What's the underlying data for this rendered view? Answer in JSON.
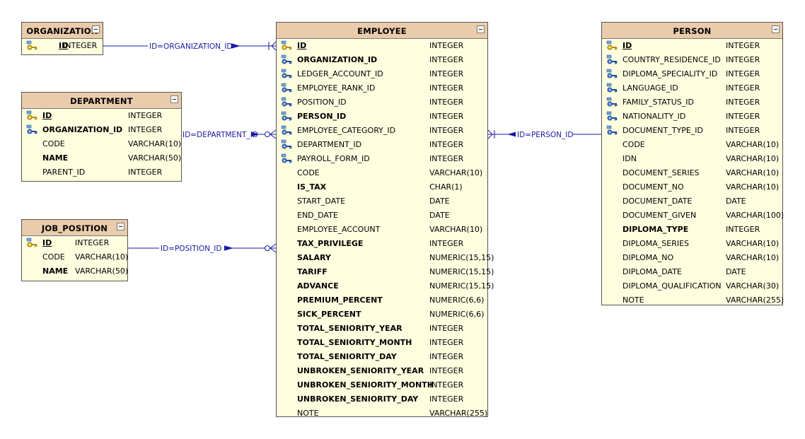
{
  "entities": {
    "organization": {
      "title": "ORGANIZATION",
      "columns": [
        {
          "name": "ID",
          "type": "INTEGER",
          "key": "pk"
        }
      ]
    },
    "department": {
      "title": "DEPARTMENT",
      "columns": [
        {
          "name": "ID",
          "type": "INTEGER",
          "key": "pk"
        },
        {
          "name": "ORGANIZATION_ID",
          "type": "INTEGER",
          "key": "fk",
          "bold": true
        },
        {
          "name": "CODE",
          "type": "VARCHAR(10)"
        },
        {
          "name": "NAME",
          "type": "VARCHAR(50)",
          "bold": true
        },
        {
          "name": "PARENT_ID",
          "type": "INTEGER"
        }
      ]
    },
    "job_position": {
      "title": "JOB_POSITION",
      "columns": [
        {
          "name": "ID",
          "type": "INTEGER",
          "key": "pk"
        },
        {
          "name": "CODE",
          "type": "VARCHAR(10)"
        },
        {
          "name": "NAME",
          "type": "VARCHAR(50)",
          "bold": true
        }
      ]
    },
    "employee": {
      "title": "EMPLOYEE",
      "columns": [
        {
          "name": "ID",
          "type": "INTEGER",
          "key": "pk"
        },
        {
          "name": "ORGANIZATION_ID",
          "type": "INTEGER",
          "key": "fk",
          "bold": true
        },
        {
          "name": "LEDGER_ACCOUNT_ID",
          "type": "INTEGER",
          "key": "fk"
        },
        {
          "name": "EMPLOYEE_RANK_ID",
          "type": "INTEGER",
          "key": "fk"
        },
        {
          "name": "POSITION_ID",
          "type": "INTEGER",
          "key": "fk"
        },
        {
          "name": "PERSON_ID",
          "type": "INTEGER",
          "key": "fk",
          "bold": true
        },
        {
          "name": "EMPLOYEE_CATEGORY_ID",
          "type": "INTEGER",
          "key": "fk"
        },
        {
          "name": "DEPARTMENT_ID",
          "type": "INTEGER",
          "key": "fk"
        },
        {
          "name": "PAYROLL_FORM_ID",
          "type": "INTEGER",
          "key": "fk"
        },
        {
          "name": "CODE",
          "type": "VARCHAR(10)"
        },
        {
          "name": "IS_TAX",
          "type": "CHAR(1)",
          "bold": true
        },
        {
          "name": "START_DATE",
          "type": "DATE"
        },
        {
          "name": "END_DATE",
          "type": "DATE"
        },
        {
          "name": "EMPLOYEE_ACCOUNT",
          "type": "VARCHAR(10)"
        },
        {
          "name": "TAX_PRIVILEGE",
          "type": "INTEGER",
          "bold": true
        },
        {
          "name": "SALARY",
          "type": "NUMERIC(15,15)",
          "bold": true
        },
        {
          "name": "TARIFF",
          "type": "NUMERIC(15,15)",
          "bold": true
        },
        {
          "name": "ADVANCE",
          "type": "NUMERIC(15,15)",
          "bold": true
        },
        {
          "name": "PREMIUM_PERCENT",
          "type": "NUMERIC(6,6)",
          "bold": true
        },
        {
          "name": "SICK_PERCENT",
          "type": "NUMERIC(6,6)",
          "bold": true
        },
        {
          "name": "TOTAL_SENIORITY_YEAR",
          "type": "INTEGER",
          "bold": true
        },
        {
          "name": "TOTAL_SENIORITY_MONTH",
          "type": "INTEGER",
          "bold": true
        },
        {
          "name": "TOTAL_SENIORITY_DAY",
          "type": "INTEGER",
          "bold": true
        },
        {
          "name": "UNBROKEN_SENIORITY_YEAR",
          "type": "INTEGER",
          "bold": true
        },
        {
          "name": "UNBROKEN_SENIORITY_MONTH",
          "type": "INTEGER",
          "bold": true
        },
        {
          "name": "UNBROKEN_SENIORITY_DAY",
          "type": "INTEGER",
          "bold": true
        },
        {
          "name": "NOTE",
          "type": "VARCHAR(255)"
        }
      ]
    },
    "person": {
      "title": "PERSON",
      "columns": [
        {
          "name": "ID",
          "type": "INTEGER",
          "key": "pk"
        },
        {
          "name": "COUNTRY_RESIDENCE_ID",
          "type": "INTEGER",
          "key": "fk"
        },
        {
          "name": "DIPLOMA_SPECIALITY_ID",
          "type": "INTEGER",
          "key": "fk"
        },
        {
          "name": "LANGUAGE_ID",
          "type": "INTEGER",
          "key": "fk"
        },
        {
          "name": "FAMILY_STATUS_ID",
          "type": "INTEGER",
          "key": "fk"
        },
        {
          "name": "NATIONALITY_ID",
          "type": "INTEGER",
          "key": "fk"
        },
        {
          "name": "DOCUMENT_TYPE_ID",
          "type": "INTEGER",
          "key": "fk"
        },
        {
          "name": "CODE",
          "type": "VARCHAR(10)"
        },
        {
          "name": "IDN",
          "type": "VARCHAR(10)"
        },
        {
          "name": "DOCUMENT_SERIES",
          "type": "VARCHAR(10)"
        },
        {
          "name": "DOCUMENT_NO",
          "type": "VARCHAR(10)"
        },
        {
          "name": "DOCUMENT_DATE",
          "type": "DATE"
        },
        {
          "name": "DOCUMENT_GIVEN",
          "type": "VARCHAR(100)"
        },
        {
          "name": "DIPLOMA_TYPE",
          "type": "INTEGER",
          "bold": true
        },
        {
          "name": "DIPLOMA_SERIES",
          "type": "VARCHAR(10)"
        },
        {
          "name": "DIPLOMA_NO",
          "type": "VARCHAR(10)"
        },
        {
          "name": "DIPLOMA_DATE",
          "type": "DATE"
        },
        {
          "name": "DIPLOMA_QUALIFICATION",
          "type": "VARCHAR(30)"
        },
        {
          "name": "NOTE",
          "type": "VARCHAR(255)"
        }
      ]
    }
  },
  "relationships": [
    {
      "label": "ID=ORGANIZATION_ID",
      "from": "organization",
      "to": "employee"
    },
    {
      "label": "ID=DEPARTMENT_ID",
      "from": "department",
      "to": "employee"
    },
    {
      "label": "ID=POSITION_ID",
      "from": "job_position",
      "to": "employee"
    },
    {
      "label": "ID=PERSON_ID",
      "from": "person",
      "to": "employee"
    }
  ],
  "colors": {
    "header": "#eacbab",
    "body": "#ffffe0",
    "connector": "#1a1aa6"
  },
  "icons": {
    "pk": "primary-key-icon",
    "fk": "foreign-key-icon"
  }
}
